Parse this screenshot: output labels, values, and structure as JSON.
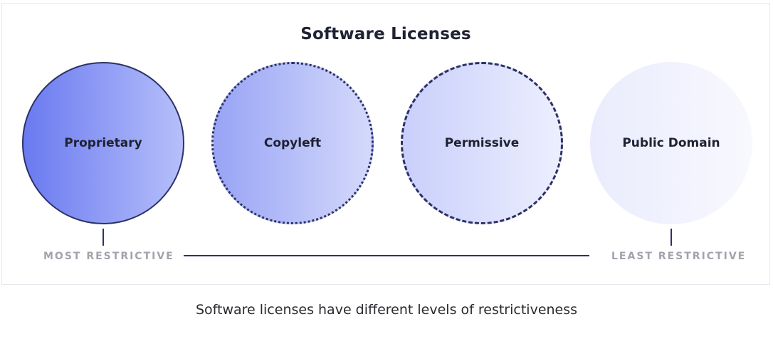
{
  "diagram": {
    "title": "Software Licenses",
    "licenses": [
      {
        "label": "Proprietary",
        "border": "solid",
        "gradient": [
          "#6a7af0",
          "#b6bffa"
        ]
      },
      {
        "label": "Copyleft",
        "border": "dotted",
        "gradient": [
          "#98a4f5",
          "#d4d9fb"
        ]
      },
      {
        "label": "Permissive",
        "border": "dashed",
        "gradient": [
          "#c9cffb",
          "#eceffe"
        ]
      },
      {
        "label": "Public Domain",
        "border": "none",
        "gradient": [
          "#eaecfd",
          "#f8f8fe"
        ]
      }
    ],
    "scale": {
      "left_label": "MOST RESTRICTIVE",
      "right_label": "LEAST RESTRICTIVE"
    },
    "colors": {
      "outline": "#2c3266",
      "scale_text": "#a3a3ad"
    }
  },
  "caption": "Software licenses have different levels of restrictiveness"
}
